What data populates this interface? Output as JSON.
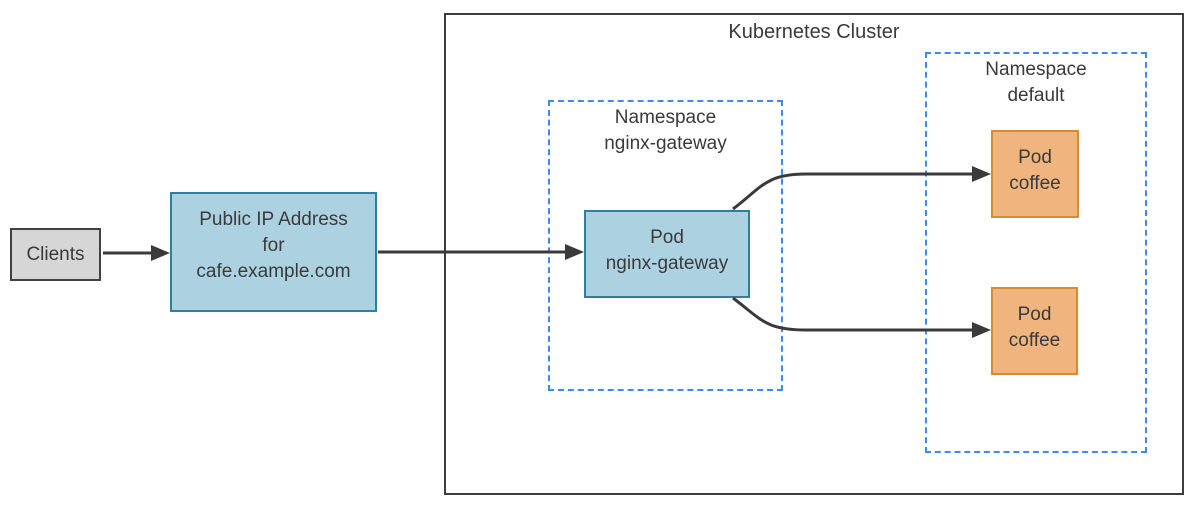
{
  "diagram": {
    "cluster_title": "Kubernetes Cluster",
    "nodes": {
      "clients": {
        "label": "Clients"
      },
      "public_ip": {
        "lines": [
          "Public IP Address",
          "for",
          "cafe.example.com"
        ]
      },
      "namespace_gateway": {
        "lines": [
          "Namespace",
          "nginx-gateway"
        ]
      },
      "pod_gateway": {
        "lines": [
          "Pod",
          "nginx-gateway"
        ]
      },
      "namespace_default": {
        "lines": [
          "Namespace",
          "default"
        ]
      },
      "pod_coffee_1": {
        "lines": [
          "Pod",
          "coffee"
        ]
      },
      "pod_coffee_2": {
        "lines": [
          "Pod",
          "coffee"
        ]
      }
    },
    "edges": [
      {
        "from": "clients",
        "to": "public_ip"
      },
      {
        "from": "public_ip",
        "to": "pod_gateway"
      },
      {
        "from": "pod_gateway",
        "to": "pod_coffee_1"
      },
      {
        "from": "pod_gateway",
        "to": "pod_coffee_2"
      }
    ]
  },
  "colors": {
    "blue_fill": "#ACD2E2",
    "blue_border": "#2E7E9E",
    "orange_fill": "#F0B57E",
    "orange_border": "#DD8A2E",
    "gray_fill": "#D6D6D6",
    "gray_border": "#404040",
    "cluster_border": "#3D3D3D",
    "namespace_border": "#3D8AF5",
    "arrow": "#3A3A3A",
    "text": "#3A3A3A"
  }
}
